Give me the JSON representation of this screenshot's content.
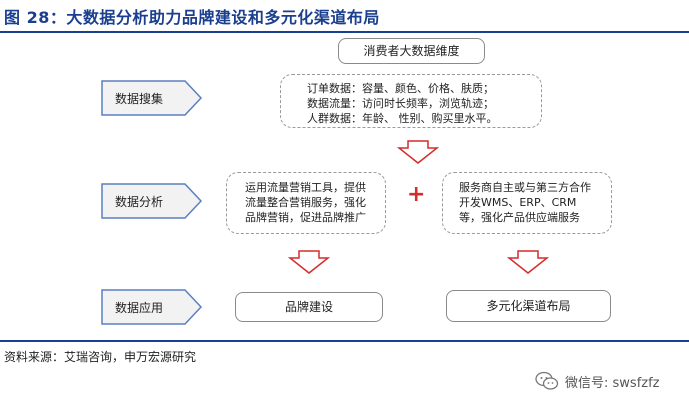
{
  "title": "图 28：大数据分析助力品牌建设和多元化渠道布局",
  "top_box": "消费者大数据维度",
  "stages": {
    "collect": "数据搜集",
    "analyze": "数据分析",
    "apply": "数据应用"
  },
  "collect_lines": [
    "订单数据：容量、颜色、价格、肤质；",
    "数据流量：访问时长频率，浏览轨迹；",
    "人群数据：年龄、 性别、购买里水平。"
  ],
  "analysis_left_lines": [
    "运用流量营销工具，提供",
    "流量整合营销服务，强化",
    "品牌营销，促进品牌推广"
  ],
  "plus": "+",
  "analysis_right_lines": [
    "服务商自主或与第三方合作",
    "开发WMS、ERP、CRM",
    "等，强化产品供应端服务"
  ],
  "outcomes": {
    "left": "品牌建设",
    "right": "多元化渠道布局"
  },
  "source": "资料来源：艾瑞咨询，申万宏源研究",
  "brand": "微信号: swsfzfz",
  "colors": {
    "title_blue": "#1b3f8f",
    "arrow_red": "#d62c2c",
    "pentagon_fill": "#f2f2f2",
    "pentagon_stroke": "#5b7fbf"
  }
}
